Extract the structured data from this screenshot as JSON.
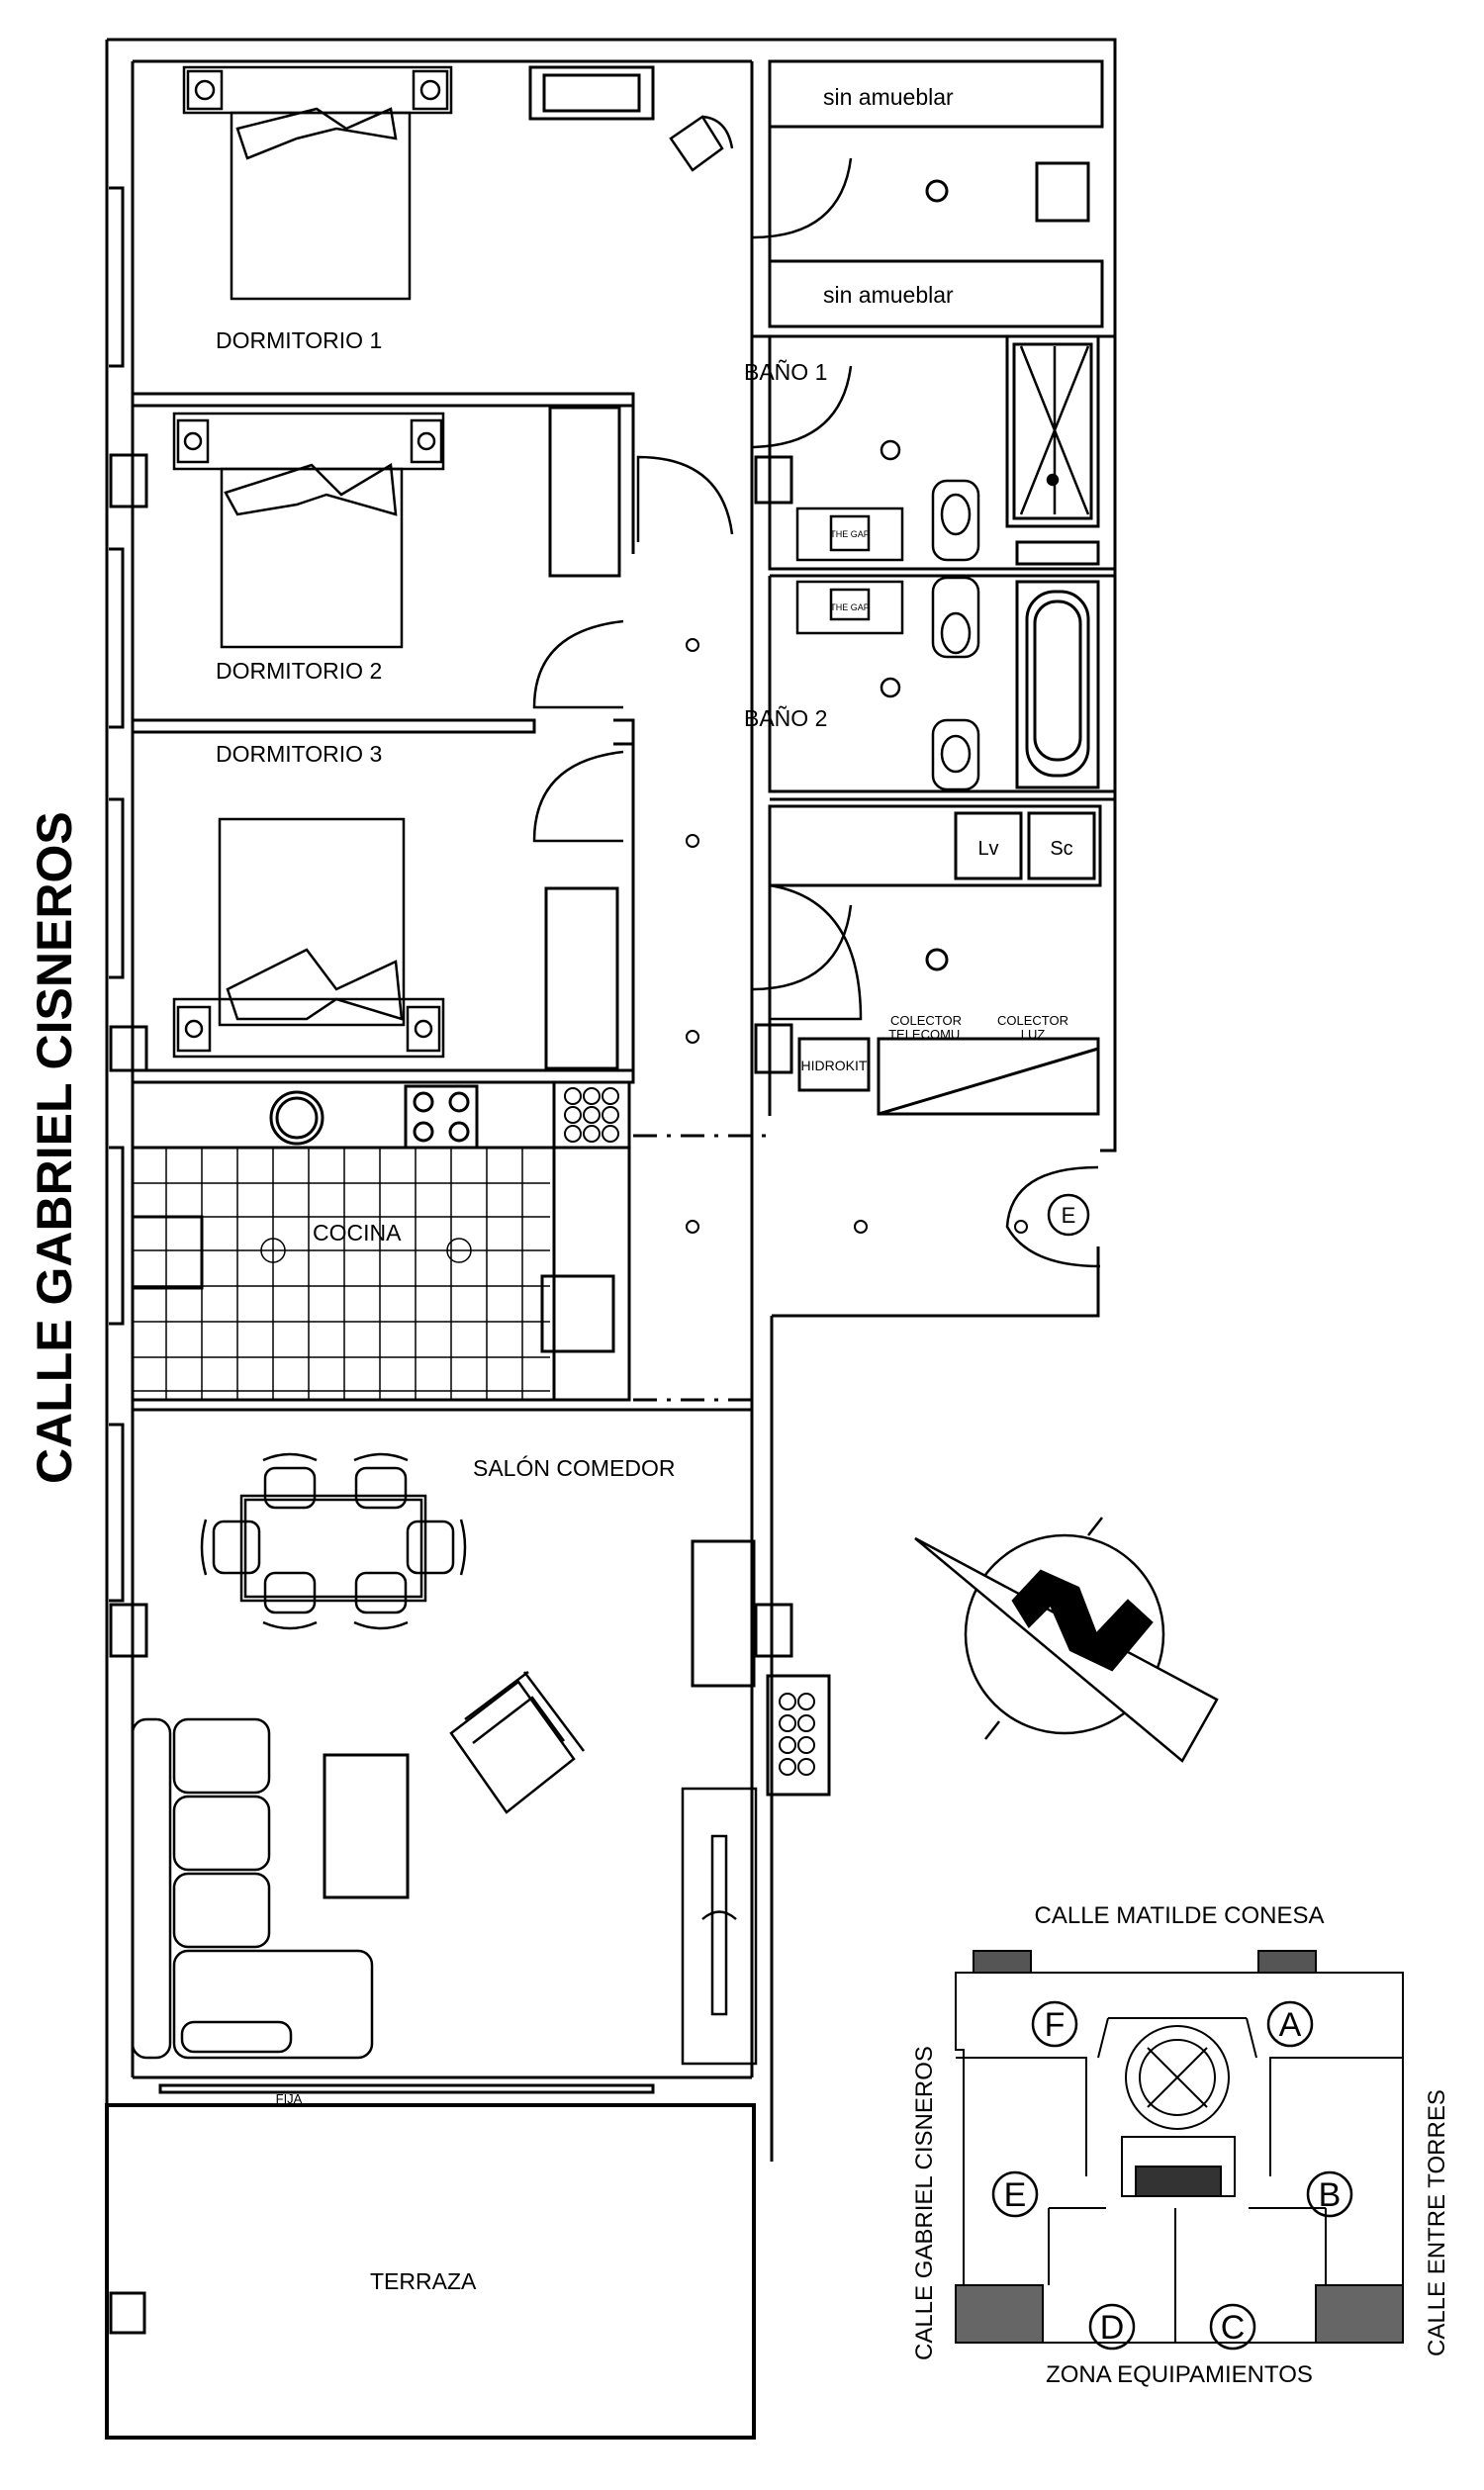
{
  "rooms": {
    "dormitorio1": "DORMITORIO 1",
    "dormitorio2": "DORMITORIO 2",
    "dormitorio3": "DORMITORIO 3",
    "bano1": "BAÑO 1",
    "bano2": "BAÑO 2",
    "cocina": "COCINA",
    "salon": "SALÓN COMEDOR",
    "terraza": "TERRAZA",
    "sin1": "sin amueblar",
    "sin2": "sin amueblar"
  },
  "fixtures": {
    "lv": "Lv",
    "sc": "Sc",
    "hidrokit": "HIDROKIT",
    "colector_tel_1": "COLECTOR",
    "colector_tel_2": "TELECOMU.",
    "colector_luz_1": "COLECTOR",
    "colector_luz_2": "LUZ",
    "fija": "FIJA",
    "sink1": "THE GAP",
    "sink2": "THE GAP",
    "entry": "E"
  },
  "streets": {
    "main": "CALLE GABRIEL CISNEROS",
    "top": "CALLE MATILDE CONESA",
    "left": "CALLE GABRIEL CISNEROS",
    "right": "CALLE ENTRE TORRES",
    "bottom": "ZONA EQUIPAMIENTOS"
  },
  "units": [
    "A",
    "B",
    "C",
    "D",
    "E",
    "F"
  ],
  "compass_icon": "north-arrow-icon"
}
